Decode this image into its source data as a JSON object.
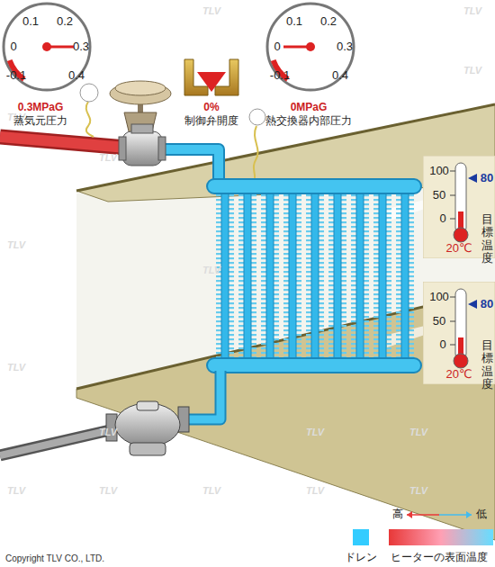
{
  "diagram": {
    "nodes": [
      {
        "text": [
          "0.1",
          "0.2",
          "0",
          "0.3",
          "-0.1",
          "0.4"
        ]
      },
      {
        "text": [
          "0.1",
          "0.2",
          "0",
          "0.3",
          "-0.1",
          "0.4"
        ]
      },
      {
        "text": [
          "100",
          "80",
          "50",
          "目標温度",
          "0",
          "20℃"
        ]
      },
      {
        "text": [
          "100",
          "80",
          "50",
          "目標温度",
          "0",
          "20℃"
        ]
      }
    ],
    "labels": [
      "0.3MPaG",
      "蒸気元圧力",
      "0%",
      "制御弁開度",
      "0MPaG",
      "熱交換器内部圧力",
      "高",
      "低",
      "Copyright TLV CO., LTD.",
      "TLV",
      "TLV",
      "TLV",
      "TLV",
      "TLV",
      "TLV",
      "TLV",
      "TLV",
      "TLV",
      "TLV",
      "TLV",
      "TLV",
      "TLV",
      "TLV",
      "TLV",
      "TLV"
    ],
    "legend": [
      {
        "text": "ドレン",
        "color": "#33ccff"
      },
      {
        "text": "ヒーターの表面温度"
      }
    ]
  }
}
